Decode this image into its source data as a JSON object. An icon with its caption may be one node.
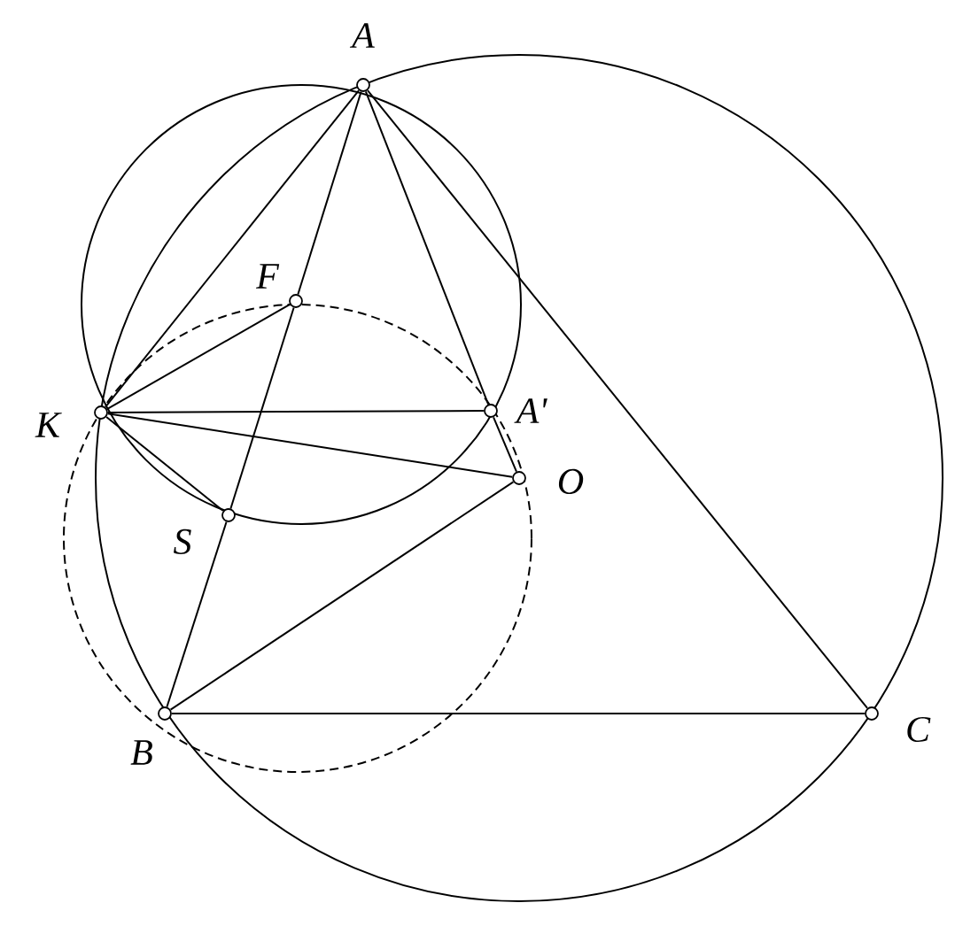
{
  "diagram": {
    "nodes": [
      {
        "text": [],
        "shape": "circle",
        "beside": [
          "A"
        ]
      },
      {
        "text": [],
        "shape": "circle",
        "beside": [
          "F"
        ]
      },
      {
        "text": [],
        "shape": "circle",
        "beside": [
          "K"
        ]
      },
      {
        "text": [],
        "shape": "circle",
        "beside": [
          "A'"
        ]
      },
      {
        "text": [],
        "shape": "circle",
        "beside": [
          "O"
        ]
      },
      {
        "text": [],
        "shape": "circle",
        "beside": [
          "S"
        ]
      },
      {
        "text": [],
        "shape": "circle",
        "beside": [
          "B"
        ]
      },
      {
        "text": [],
        "shape": "circle",
        "beside": [
          "C"
        ]
      }
    ],
    "edges": [
      {
        "from": 0,
        "to": 1,
        "arrow": "none"
      },
      {
        "from": 1,
        "to": 5,
        "arrow": "none"
      },
      {
        "from": 5,
        "to": 6,
        "arrow": "none"
      },
      {
        "from": 0,
        "to": 7,
        "arrow": "none"
      },
      {
        "from": 6,
        "to": 7,
        "arrow": "none"
      },
      {
        "from": 0,
        "to": 3,
        "arrow": "none"
      },
      {
        "from": 3,
        "to": 4,
        "arrow": "none"
      },
      {
        "from": 0,
        "to": 2,
        "arrow": "none"
      },
      {
        "from": 2,
        "to": 1,
        "arrow": "none"
      },
      {
        "from": 2,
        "to": 3,
        "arrow": "none"
      },
      {
        "from": 2,
        "to": 4,
        "arrow": "none"
      },
      {
        "from": 2,
        "to": 5,
        "arrow": "none"
      },
      {
        "from": 6,
        "to": 4,
        "arrow": "none"
      }
    ]
  }
}
